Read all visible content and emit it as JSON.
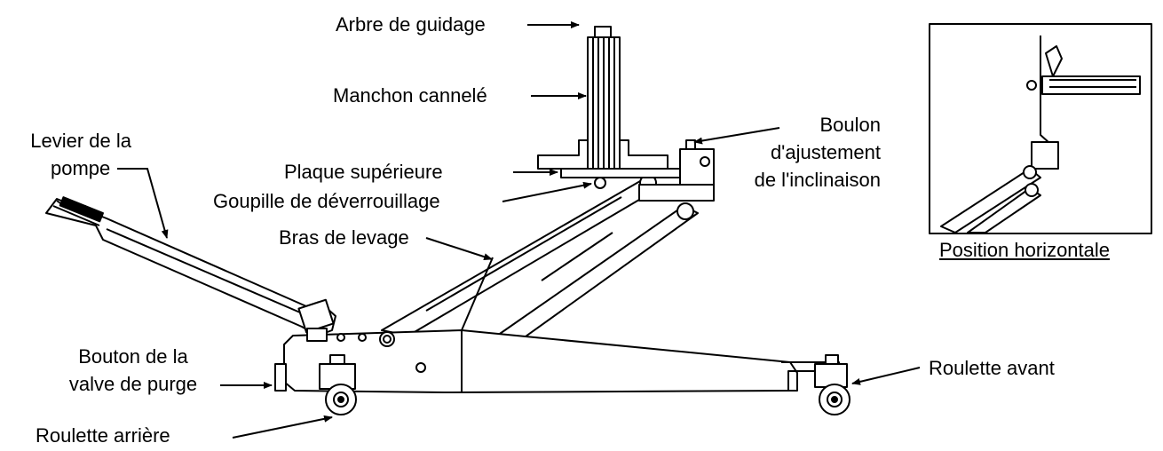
{
  "labels": {
    "guide_shaft": "Arbre de guidage",
    "splined_sleeve": "Manchon cannelé",
    "pump_lever_line1": "Levier de la",
    "pump_lever_line2": "pompe",
    "top_plate": "Plaque supérieure",
    "release_pin": "Goupille de déverrouillage",
    "tilt_bolt_line1": "Boulon",
    "tilt_bolt_line2": "d'ajustement",
    "tilt_bolt_line3": "de l'inclinaison",
    "lift_arm": "Bras de levage",
    "purge_valve_line1": "Bouton de la",
    "purge_valve_line2": "valve de purge",
    "front_caster": "Roulette avant",
    "rear_caster": "Roulette arrière",
    "horizontal_position": "Position horizontale"
  }
}
